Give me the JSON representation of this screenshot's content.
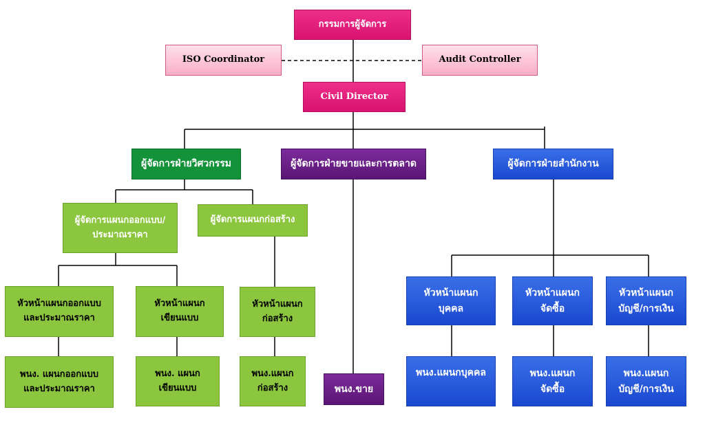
{
  "colors": {
    "pink": "#dd1a78",
    "pink_light": "#fbbccf",
    "green_dark": "#14923a",
    "green": "#8cc63f",
    "purple": "#6a1f86",
    "blue": "#2356dd",
    "line": "#000000"
  },
  "md": "กรรมการผู้จัดการ",
  "iso": "ISO Coordinator",
  "audit": "Audit Controller",
  "civil": "Civil Director",
  "eng": {
    "label": "ผู้จัดการฝ่ายวิศวกรรม",
    "design_mgr": [
      "ผู้จัดการแผนกออกแบบ/",
      "ประมาณราคา"
    ],
    "construct_mgr": "ผู้จัดการแผนกก่อสร้าง",
    "design_head": [
      "หัวหน้าแผนกออกแบบ",
      "และประมาณราคา"
    ],
    "drafting_head": [
      "หัวหน้าแผนก",
      "เขียนแบบ"
    ],
    "construct_head": [
      "หัวหน้าแผนก",
      "ก่อสร้าง"
    ],
    "design_staff": [
      "พนง. แผนกออกแบบ",
      "และประมาณราคา"
    ],
    "drafting_staff": [
      "พนง. แผนก",
      "เขียนแบบ"
    ],
    "construct_staff": [
      "พนง.แผนก",
      "ก่อสร้าง"
    ]
  },
  "sales": {
    "label": "ผู้จัดการฝ่ายขายและการตลาด",
    "staff": "พนง.ขาย"
  },
  "office": {
    "label": "ผู้จัดการฝ่ายสำนักงาน",
    "hr_head": [
      "หัวหน้าแผนก",
      "บุคคล"
    ],
    "purchase_head": [
      "หัวหน้าแผนก",
      "จัดซื้อ"
    ],
    "account_head": [
      "หัวหน้าแผนก",
      "บัญชี/การเงิน"
    ],
    "hr_staff": "พนง.แผนกบุคคล",
    "purchase_staff": [
      "พนง.แผนก",
      "จัดซื้อ"
    ],
    "account_staff": [
      "พนง.แผนก",
      "บัญชี/การเงิน"
    ]
  }
}
